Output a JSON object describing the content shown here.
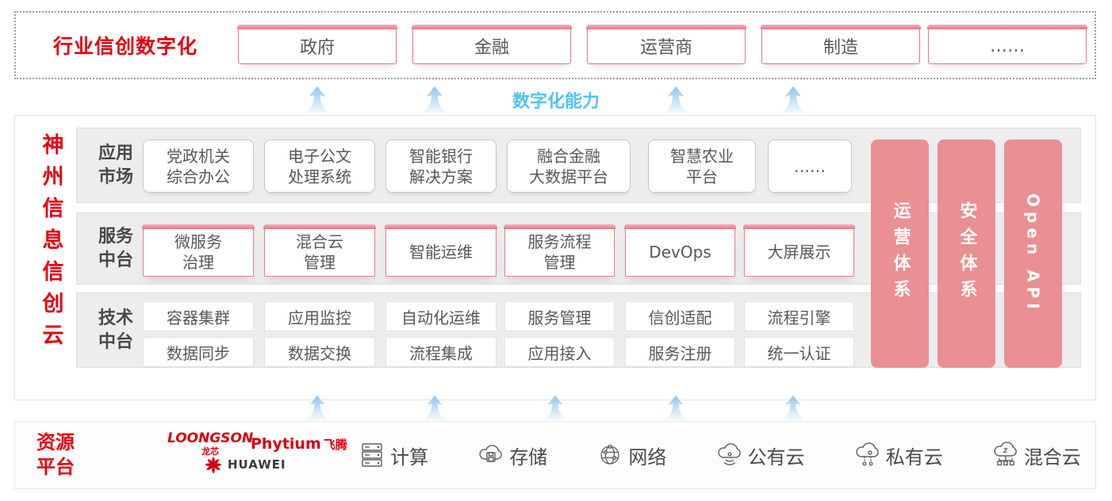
{
  "colors": {
    "brand_red": "#e60012",
    "pillar_pink": "#ea8f92",
    "chip_border_pink": "#ee7286",
    "capability_cyan": "#54c3f1",
    "text_gray": "#595757"
  },
  "top_banner": {
    "title": "行业信创数字化",
    "industries": [
      "政府",
      "金融",
      "运营商",
      "制造",
      "……"
    ]
  },
  "capability": {
    "label": "数字化能力"
  },
  "platform": {
    "title": "神州信息信创云",
    "app_market": {
      "label": "应用\n市场",
      "items": [
        "党政机关\n综合办公",
        "电子公文\n处理系统",
        "智能银行\n解决方案",
        "融合金融\n大数据平台",
        "智慧农业\n平台",
        "……"
      ]
    },
    "service_middle": {
      "label": "服务\n中台",
      "items": [
        "微服务\n治理",
        "混合云\n管理",
        "智能运维",
        "服务流程\n管理",
        "DevOps",
        "大屏展示"
      ]
    },
    "tech_middle": {
      "label": "技术\n中台",
      "row1": [
        "容器集群",
        "应用监控",
        "自动化运维",
        "服务管理",
        "信创适配",
        "流程引擎"
      ],
      "row2": [
        "数据同步",
        "数据交换",
        "流程集成",
        "应用接入",
        "服务注册",
        "统一认证"
      ]
    },
    "pillars": [
      "运营体系",
      "安全体系",
      "Open API"
    ]
  },
  "resources": {
    "title": "资源\n平台",
    "vendors": {
      "loongson_en": "LOONGSON",
      "loongson_cn": "龙芯",
      "phytium_en": "Phytium",
      "phytium_cn": "飞腾",
      "huawei": "HUAWEI"
    },
    "items": [
      {
        "icon": "compute-server-icon",
        "label": "计算"
      },
      {
        "icon": "storage-cloud-icon",
        "label": "存储"
      },
      {
        "icon": "network-globe-icon",
        "label": "网络"
      },
      {
        "icon": "public-cloud-icon",
        "label": "公有云"
      },
      {
        "icon": "private-cloud-icon",
        "label": "私有云"
      },
      {
        "icon": "hybrid-cloud-icon",
        "label": "混合云"
      }
    ]
  }
}
